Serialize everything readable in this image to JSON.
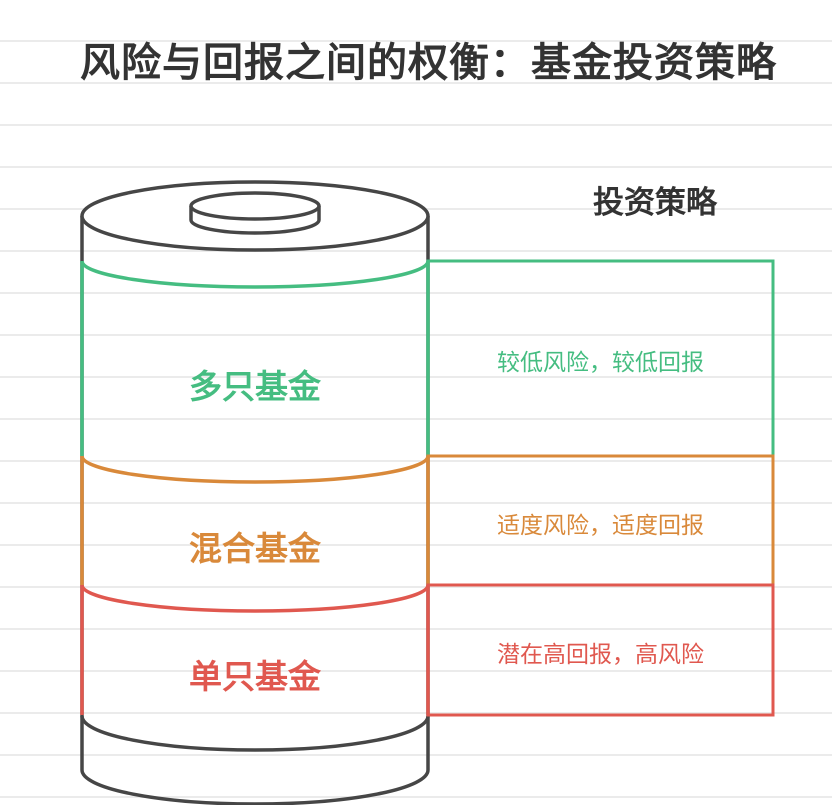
{
  "title": "风险与回报之间的权衡：基金投资策略",
  "strategy_header": "投资策略",
  "layers": [
    {
      "label": "多只基金",
      "description": "较低风险，较低回报",
      "color": "#45bd81"
    },
    {
      "label": "混合基金",
      "description": "适度风险，适度回报",
      "color": "#d9893a"
    },
    {
      "label": "单只基金",
      "description": "潜在高回报，高风险",
      "color": "#e0584f"
    }
  ],
  "outline_color": "#464646"
}
